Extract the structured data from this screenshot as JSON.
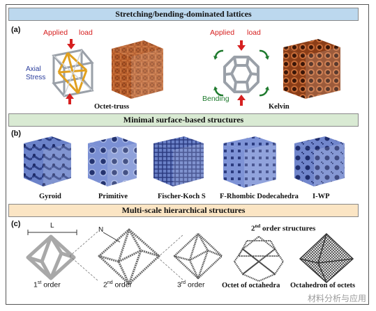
{
  "sections": {
    "a_title": "Stretching/bending-dominated lattices",
    "b_title": "Minimal surface-based structures",
    "c_title": "Multi-scale hierarchical structures"
  },
  "panels": {
    "a": "(a)",
    "b": "(b)",
    "c": "(c)"
  },
  "panel_a": {
    "applied_load_left": [
      "Applied",
      "load"
    ],
    "axial_stress": [
      "Axial",
      "Stress"
    ],
    "octet_truss": "Octet-truss",
    "applied_load_right": [
      "Applied",
      "load"
    ],
    "bending": "Bending",
    "kelvin": "Kelvin"
  },
  "panel_b": {
    "structures": [
      "Gyroid",
      "Primitive",
      "Fischer-Koch S",
      "F-Rhombic Dodecahedra",
      "I-WP"
    ]
  },
  "panel_c": {
    "L": "L",
    "N": "N",
    "second_order_structures": {
      "prefix": "2",
      "sup": "nd",
      "rest": " order structures"
    },
    "order1": {
      "num": "1",
      "sup": "st",
      "rest": " order"
    },
    "order2": {
      "num": "2",
      "sup": "nd",
      "rest": " order"
    },
    "order3": {
      "num": "3",
      "sup": "rd",
      "rest": " order"
    },
    "octet_of_octahedra": "Octet of octahedra",
    "octahedron_of_octets": "Octahedron of octets"
  },
  "watermark": "材料分析与应用",
  "colors": {
    "band_a": "#bcd8ee",
    "band_b": "#d9ead3",
    "band_c": "#fbe5c4",
    "lattice_brown": "#a0522d",
    "surface_blue": "#6b82c9",
    "arrow_red": "#d62020",
    "arrow_green": "#1f7a2e"
  }
}
